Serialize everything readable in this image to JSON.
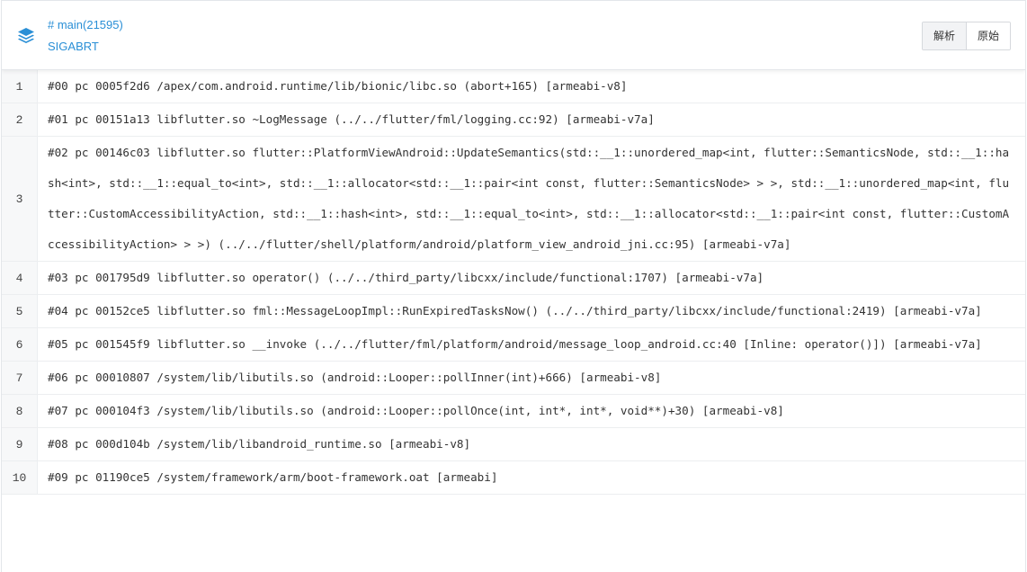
{
  "header": {
    "thread": "# main(21595)",
    "signal": "SIGABRT",
    "buttons": [
      {
        "label": "解析"
      },
      {
        "label": "原始"
      }
    ]
  },
  "accent_color": "#2a8fd6",
  "frames": [
    {
      "num": "1",
      "text": "#00 pc 0005f2d6 /apex/com.android.runtime/lib/bionic/libc.so (abort+165) [armeabi-v8]"
    },
    {
      "num": "2",
      "text": "#01 pc 00151a13 libflutter.so ~LogMessage (../../flutter/fml/logging.cc:92) [armeabi-v7a]"
    },
    {
      "num": "3",
      "text": "#02 pc 00146c03 libflutter.so flutter::PlatformViewAndroid::UpdateSemantics(std::__1::unordered_map<int, flutter::SemanticsNode, std::__1::hash<int>, std::__1::equal_to<int>, std::__1::allocator<std::__1::pair<int const, flutter::SemanticsNode> > >, std::__1::unordered_map<int, flutter::CustomAccessibilityAction, std::__1::hash<int>, std::__1::equal_to<int>, std::__1::allocator<std::__1::pair<int const, flutter::CustomAccessibilityAction> > >) (../../flutter/shell/platform/android/platform_view_android_jni.cc:95) [armeabi-v7a]"
    },
    {
      "num": "4",
      "text": "#03 pc 001795d9 libflutter.so operator() (../../third_party/libcxx/include/functional:1707) [armeabi-v7a]"
    },
    {
      "num": "5",
      "text": "#04 pc 00152ce5 libflutter.so fml::MessageLoopImpl::RunExpiredTasksNow() (../../third_party/libcxx/include/functional:2419) [armeabi-v7a]"
    },
    {
      "num": "6",
      "text": "#05 pc 001545f9 libflutter.so __invoke (../../flutter/fml/platform/android/message_loop_android.cc:40 [Inline: operator()]) [armeabi-v7a]"
    },
    {
      "num": "7",
      "text": "#06 pc 00010807 /system/lib/libutils.so (android::Looper::pollInner(int)+666) [armeabi-v8]"
    },
    {
      "num": "8",
      "text": "#07 pc 000104f3 /system/lib/libutils.so (android::Looper::pollOnce(int, int*, int*, void**)+30) [armeabi-v8]"
    },
    {
      "num": "9",
      "text": "#08 pc 000d104b /system/lib/libandroid_runtime.so [armeabi-v8]"
    },
    {
      "num": "10",
      "text": "#09 pc 01190ce5 /system/framework/arm/boot-framework.oat [armeabi]"
    }
  ]
}
